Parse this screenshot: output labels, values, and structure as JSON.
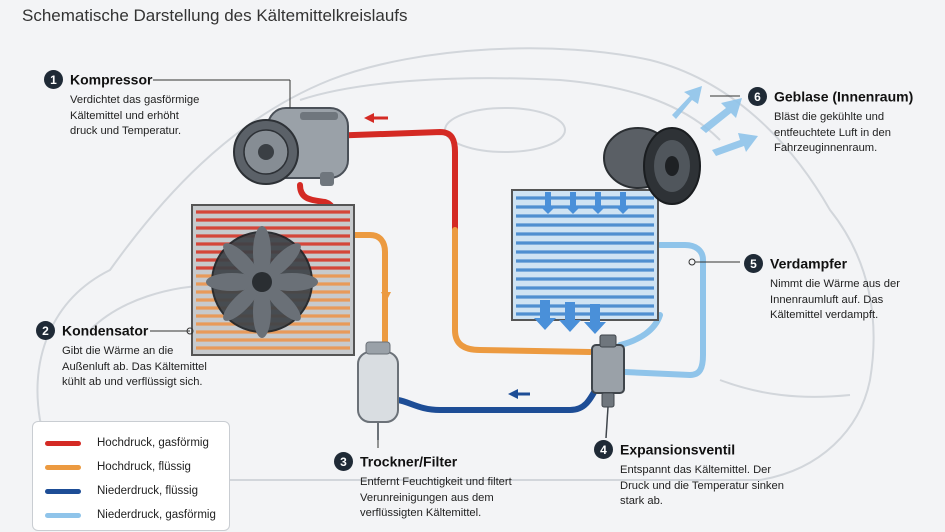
{
  "title": "Schematische Darstellung des Kältemittelkreislaufs",
  "colors": {
    "high_gas": "#d42a24",
    "high_liquid": "#ec9a40",
    "low_liquid": "#1d4d96",
    "low_gas": "#8fc4ea"
  },
  "components": [
    {
      "number": "1",
      "title": "Kompressor",
      "desc": [
        "Verdichtet das gasförmige",
        "Kältemittel und erhöht",
        "druck und Temperatur."
      ]
    },
    {
      "number": "2",
      "title": "Kondensator",
      "desc": [
        "Gibt die Wärme an die",
        "Außenluft ab. Das Kältemittel",
        "kühlt ab und verflüssigt sich."
      ]
    },
    {
      "number": "3",
      "title": "Trockner/Filter",
      "desc": [
        "Entfernt Feuchtigkeit und filtert",
        "Verunreinigungen aus dem",
        "verflüssigten Kältemittel."
      ]
    },
    {
      "number": "4",
      "title": "Expansionsventil",
      "desc": [
        "Entspannt das Kältemittel. Der",
        "Druck und die Temperatur sinken",
        "stark ab."
      ]
    },
    {
      "number": "5",
      "title": "Verdampfer",
      "desc": [
        "Nimmt die Wärme aus der",
        "Innenraumluft auf. Das",
        "Kältemittel verdampft."
      ]
    },
    {
      "number": "6",
      "title": "Geblase (Innenraum)",
      "desc": [
        "Bläst die gekühlte und",
        "entfeuchtete Luft in den",
        "Fahrzeuginnenraum."
      ]
    }
  ],
  "legend": [
    {
      "label": "Hochdruck, gasförmig",
      "color": "#d42a24"
    },
    {
      "label": "Hochdruck, flüssig",
      "color": "#ec9a40"
    },
    {
      "label": "Niederdruck, flüssig",
      "color": "#1d4d96"
    },
    {
      "label": "Niederdruck, gasförmig",
      "color": "#8fc4ea"
    }
  ]
}
